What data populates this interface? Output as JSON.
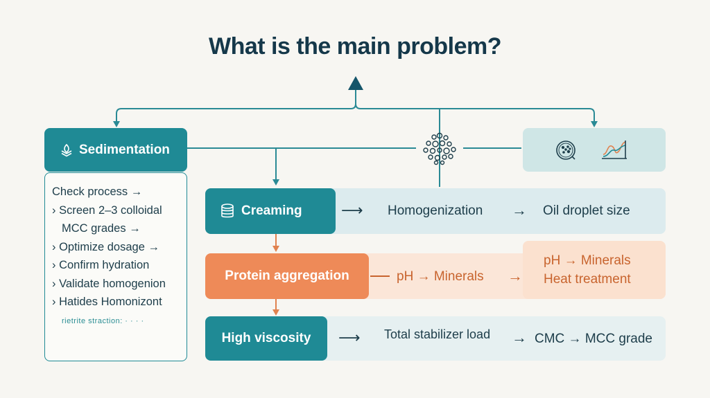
{
  "title": "What is the main problem?",
  "sedimentation": {
    "label": "Sedimentation",
    "icon": "layers-leaf-icon"
  },
  "checklist": {
    "lines": [
      "Check process →",
      "› Screen 2–3 colloidal",
      "MCC grades →",
      "› Optimize dosage →",
      "› Confirm hydration",
      "› Validate homogenion",
      "› Hatides Homonizont"
    ],
    "footer": "rietrite straction: · · · ·"
  },
  "creaming": {
    "label": "Creaming",
    "icon": "database-stack-icon",
    "step1": "Homogenization",
    "step2": "Oil droplet size"
  },
  "protein": {
    "label": "Protein aggregation",
    "step1": "pH → Minerals",
    "step2_line1": "pH → Minerals",
    "step2_line2": "Heat treatment"
  },
  "viscosity": {
    "label": "High viscosity",
    "step1": "Total stabilizer load",
    "step2": "CMC → MCC grade"
  },
  "icons": {
    "droplets": "particles-cluster-icon",
    "petri": "petri-dish-icon",
    "chart": "rheology-chart-icon"
  },
  "colors": {
    "teal": "#1f8a95",
    "orange": "#ee8a58",
    "navy": "#15384a"
  }
}
